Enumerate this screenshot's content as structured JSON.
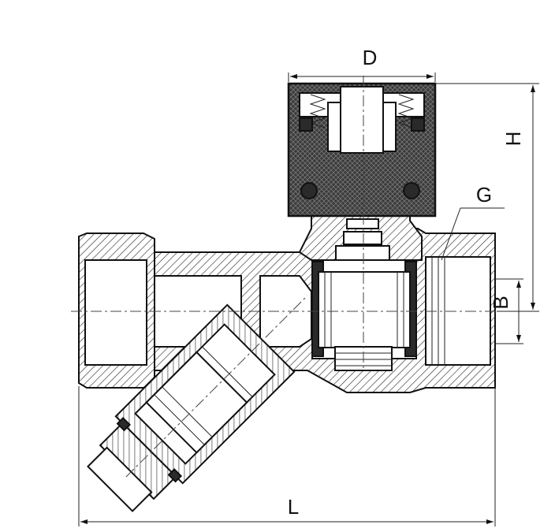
{
  "dimensions": {
    "D": "D",
    "H": "H",
    "G": "G",
    "B": "B",
    "L": "L"
  }
}
